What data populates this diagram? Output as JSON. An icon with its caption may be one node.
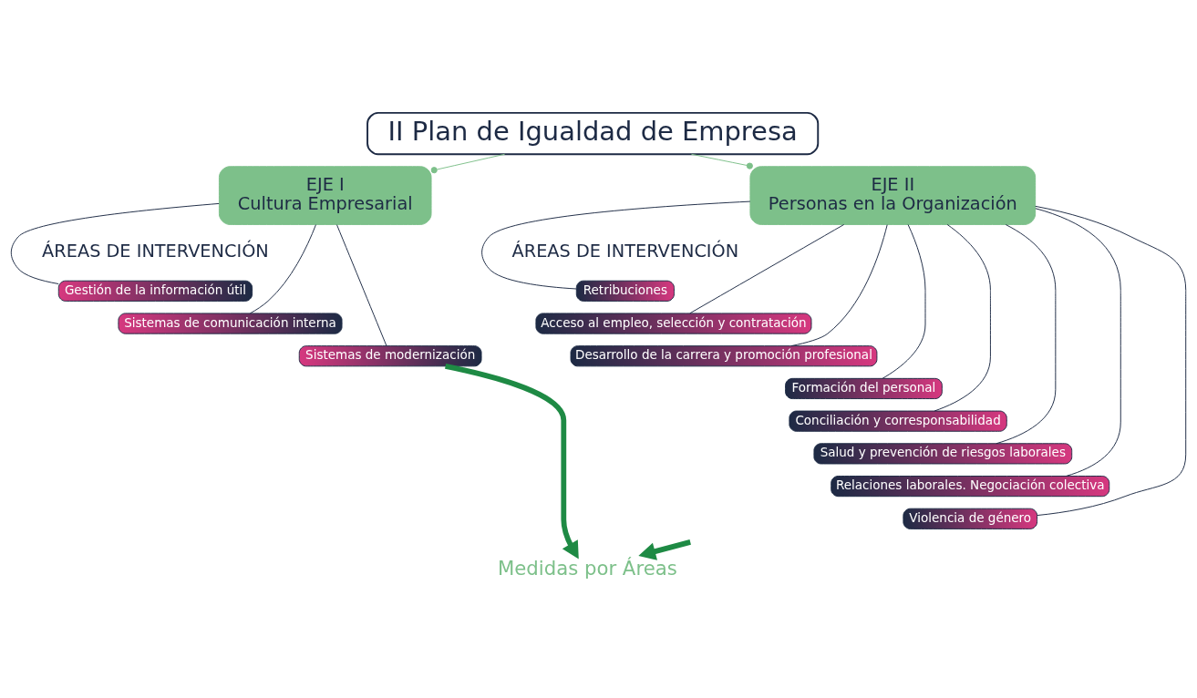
{
  "diagram": {
    "nodes": [
      {
        "text": [
          "II Plan de Igualdad de Empresa"
        ]
      },
      {
        "text": [
          "EJE I",
          "Cultura Empresarial"
        ]
      },
      {
        "text": [
          "EJE II",
          "Personas en la Organización"
        ]
      },
      {
        "text": [
          "Gestión de la información útil"
        ]
      },
      {
        "text": [
          "Sistemas de comunicación interna"
        ]
      },
      {
        "text": [
          "Sistemas de modernización"
        ]
      },
      {
        "text": [
          "Retribuciones"
        ]
      },
      {
        "text": [
          "Acceso al empleo, selección y contratación"
        ]
      },
      {
        "text": [
          "Desarrollo de la carrera y promoción profesional"
        ]
      },
      {
        "text": [
          "Formación del personal"
        ]
      },
      {
        "text": [
          "Conciliación y corresponsabilidad"
        ]
      },
      {
        "text": [
          "Salud y prevención de riesgos laborales"
        ]
      },
      {
        "text": [
          "Relaciones laborales. Negociación colectiva"
        ]
      },
      {
        "text": [
          "Violencia de género"
        ]
      },
      {
        "text": [
          "Medidas por Áreas"
        ]
      }
    ],
    "edges": [
      {
        "from": 0,
        "to": 1,
        "arrow": "other",
        "color": "#7dc08a"
      },
      {
        "from": 0,
        "to": 2,
        "arrow": "other",
        "color": "#7dc08a"
      },
      {
        "from": 1,
        "to": 3,
        "arrow": "none"
      },
      {
        "from": 1,
        "to": 4,
        "arrow": "none"
      },
      {
        "from": 1,
        "to": 5,
        "arrow": "none"
      },
      {
        "from": 2,
        "to": 6,
        "arrow": "none"
      },
      {
        "from": 2,
        "to": 7,
        "arrow": "none"
      },
      {
        "from": 2,
        "to": 8,
        "arrow": "none"
      },
      {
        "from": 2,
        "to": 9,
        "arrow": "none"
      },
      {
        "from": 2,
        "to": 10,
        "arrow": "none"
      },
      {
        "from": 2,
        "to": 11,
        "arrow": "none"
      },
      {
        "from": 2,
        "to": 12,
        "arrow": "none"
      },
      {
        "from": 2,
        "to": 13,
        "arrow": "none"
      },
      {
        "from": 5,
        "to": 14,
        "arrow": "to",
        "style": "thick",
        "color": "#1e8a44"
      },
      {
        "from": null,
        "to": 14,
        "arrow": "to",
        "style": "thick",
        "color": "#1e8a44"
      }
    ],
    "labels": [
      "ÁREAS DE INTERVENCIÓN",
      "ÁREAS DE INTERVENCIÓN"
    ]
  }
}
